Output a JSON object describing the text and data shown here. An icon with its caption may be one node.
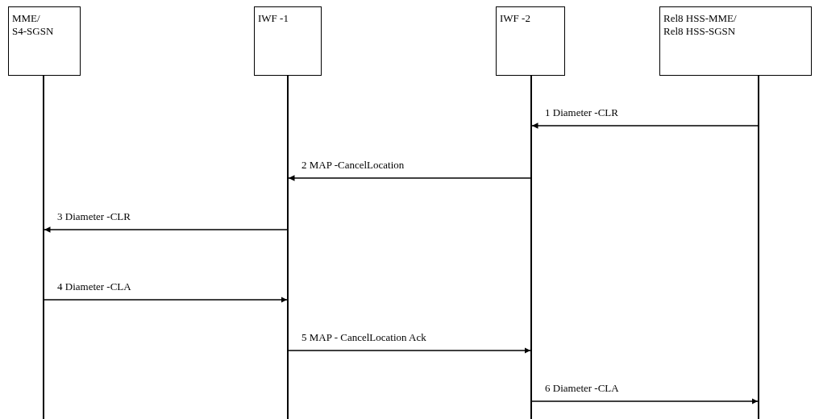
{
  "diagram": {
    "nodes": [
      {
        "text": [
          "MME/ S4-SGSN"
        ]
      },
      {
        "text": [
          "IWF -1"
        ]
      },
      {
        "text": [
          "IWF -2"
        ]
      },
      {
        "text": [
          "Rel8 HSS-MME/ Rel8 HSS-SGSN"
        ]
      },
      {
        "text": [],
        "shape": "line"
      },
      {
        "text": [],
        "shape": "line"
      },
      {
        "text": [],
        "shape": "line"
      },
      {
        "text": [],
        "shape": "line"
      }
    ],
    "edges": [
      {
        "from": 7,
        "to": 6,
        "arrow": "to",
        "label": "1 Diameter -CLR"
      },
      {
        "from": 6,
        "to": 5,
        "arrow": "to",
        "label": "2 MAP -CancelLocation"
      },
      {
        "from": 5,
        "to": 4,
        "arrow": "to",
        "label": "3 Diameter -CLR"
      },
      {
        "from": 4,
        "to": 5,
        "arrow": "to",
        "label": "4 Diameter -CLA"
      },
      {
        "from": 5,
        "to": 6,
        "arrow": "to",
        "label": "5 MAP - CancelLocation Ack"
      },
      {
        "from": 6,
        "to": 7,
        "arrow": "to",
        "label": "6 Diameter -CLA"
      }
    ]
  }
}
